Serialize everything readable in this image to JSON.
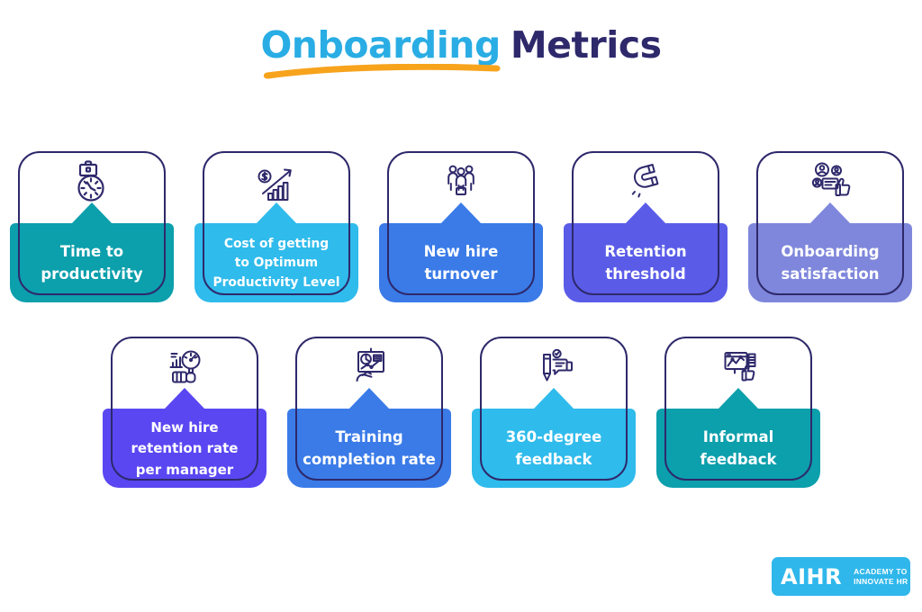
{
  "title": {
    "highlight": "Onboarding",
    "rest": "Metrics"
  },
  "colors": {
    "teal": "#0C9FAC",
    "cyan": "#2FBBEC",
    "blue": "#3A7BE8",
    "indigo": "#5A5CE8",
    "periwinkle": "#7F87DC",
    "violet": "#5A47F2",
    "navy": "#2E296B",
    "title_highlight": "#29ADE4",
    "underline_orange": "#F7A31C",
    "logo_blue": "#2FB7EB",
    "label_text": "#FFFFFF"
  },
  "cards": [
    {
      "label": "Time to\nproductivity",
      "color": "teal",
      "icon": "briefcase-clock-icon"
    },
    {
      "label": "Cost of getting\nto Optimum\nProductivity Level",
      "color": "cyan",
      "icon": "coin-growth-chart-icon"
    },
    {
      "label": "New hire\nturnover",
      "color": "blue",
      "icon": "team-briefcase-icon"
    },
    {
      "label": "Retention\nthreshold",
      "color": "indigo",
      "icon": "magnet-icon"
    },
    {
      "label": "Onboarding\nsatisfaction",
      "color": "periwinkle",
      "icon": "people-thumbs-up-icon"
    },
    {
      "label": "New hire\nretention rate\nper manager",
      "color": "violet",
      "icon": "gauge-chart-icon"
    },
    {
      "label": "Training\ncompletion rate",
      "color": "blue",
      "icon": "presentation-chart-icon"
    },
    {
      "label": "360-degree\nfeedback",
      "color": "cyan",
      "icon": "pencil-feedback-icon"
    },
    {
      "label": "Informal\nfeedback",
      "color": "teal",
      "icon": "screen-thumbs-up-icon"
    }
  ],
  "footer": {
    "brand": "AIHR",
    "tagline1": "ACADEMY TO",
    "tagline2": "INNOVATE HR"
  }
}
